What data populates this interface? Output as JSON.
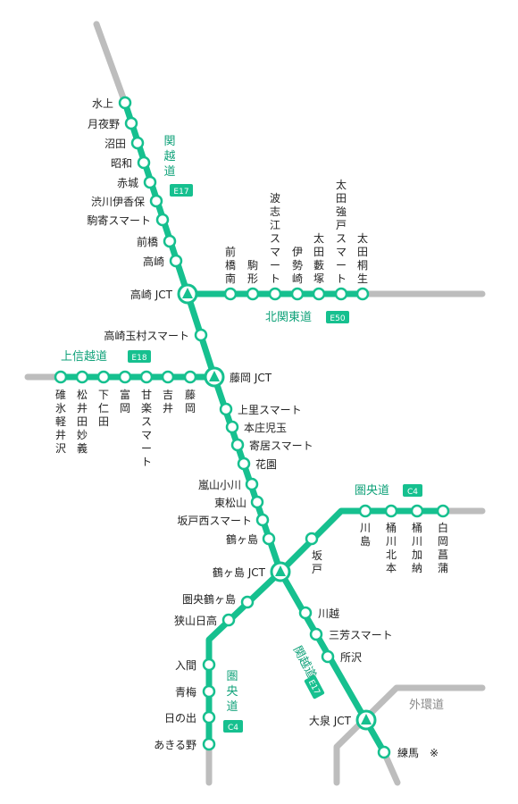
{
  "colors": {
    "route": "#16c08f",
    "gray": "#bdbdbd",
    "route_text": "#11a27a",
    "badge": "#16c08f"
  },
  "routes": {
    "kanetsu": {
      "name": "関越道",
      "code": "E17"
    },
    "kitakanto": {
      "name": "北関東道",
      "code": "E50"
    },
    "joshinetsu": {
      "name": "上信越道",
      "code": "E18"
    },
    "kenodo_east": {
      "name": "圏央道",
      "code": "C4"
    },
    "kenodo_west": {
      "name": "圏央道",
      "code": "C4"
    },
    "kanetsu_south": {
      "name": "関越道",
      "code": "E17"
    },
    "gaikan": {
      "name": "外環道"
    }
  },
  "stations": {
    "minakami": "水上",
    "tsukiyono": "月夜野",
    "numata": "沼田",
    "showa": "昭和",
    "akagi": "赤城",
    "shibukawa": "渋川伊香保",
    "komayose": "駒寄スマート",
    "maebashi": "前橋",
    "takasaki": "高崎",
    "takasaki_jct": "高崎 JCT",
    "tamamura": "高崎玉村スマート",
    "fujioka_jct": "藤岡 JCT",
    "kamisato": "上里スマート",
    "honjo": "本庄児玉",
    "yorii": "寄居スマート",
    "hanazono": "花園",
    "ranzan": "嵐山小川",
    "higashimatsuyama": "東松山",
    "sakado_nishi": "坂戸西スマート",
    "tsurugashima": "鶴ヶ島",
    "tsurugashima_jct": "鶴ヶ島 JCT",
    "kawagoe": "川越",
    "miyoshi": "三芳スマート",
    "tokorozawa": "所沢",
    "oizumi_jct": "大泉 JCT",
    "nerima": "練馬",
    "nerima_mark": "※",
    "ken_tsurugashima": "圏央鶴ヶ島",
    "sayama_hidaka": "狭山日高",
    "iruma": "入間",
    "ome": "青梅",
    "hinode": "日の出",
    "akiruno": "あきる野",
    "sakado": "坂戸",
    "kawajima": "川島",
    "okegawa_kitamoto": "桶川北本",
    "okegawa_kano": "桶川加納",
    "shiraoka": "白岡菖蒲",
    "maebashi_minami": "前橋南",
    "komagata": "駒形",
    "hashie": "波志江スマート",
    "isesaki": "伊勢崎",
    "ota_yabuzuka": "太田藪塚",
    "ota_kyodo": "太田強戸スマート",
    "ota_kiryu": "太田桐生",
    "usui": "碓氷軽井沢",
    "matsuida": "松井田妙義",
    "shimonita": "下仁田",
    "tomioka": "富岡",
    "kanra": "甘楽スマート",
    "yoshii": "吉井",
    "fujioka": "藤岡"
  }
}
